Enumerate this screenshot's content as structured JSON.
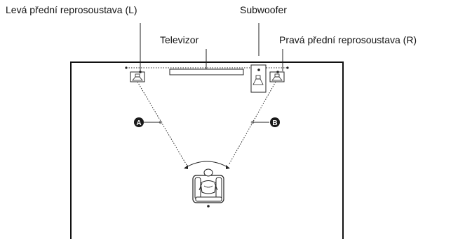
{
  "labels": {
    "left_speaker": "Levá přední reprosoustava (L)",
    "subwoofer": "Subwoofer",
    "tv": "Televizor",
    "right_speaker": "Pravá přední reprosoustava (R)"
  },
  "distance_markers": {
    "a": "A",
    "b": "B"
  },
  "colors": {
    "line": "#222222",
    "badge": "#1a1a1a",
    "room_border": "#111111",
    "background": "#ffffff"
  }
}
